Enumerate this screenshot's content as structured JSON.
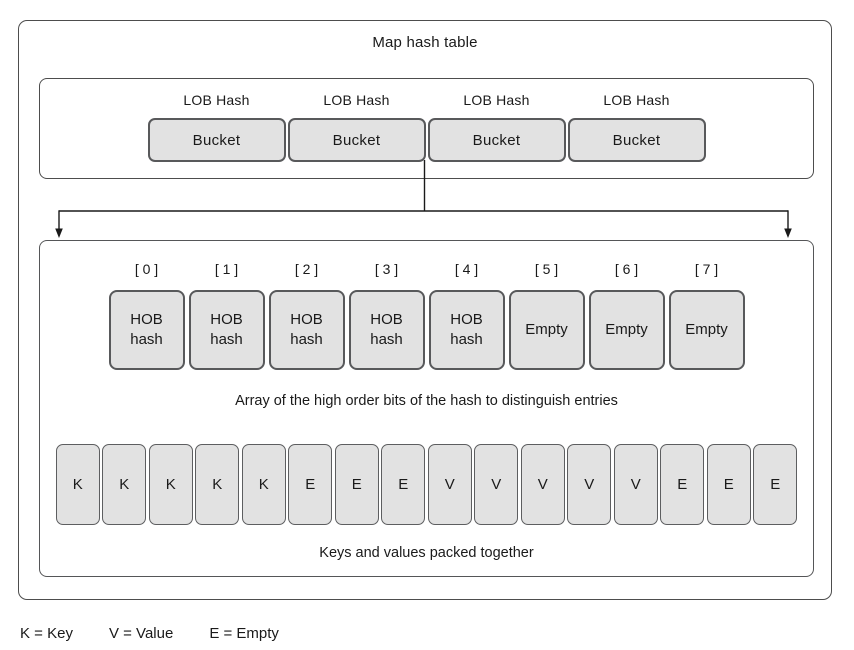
{
  "diagram": {
    "title": "Map hash table",
    "bucket_section": {
      "columns": [
        {
          "lob": "LOB Hash",
          "bucket": "Bucket"
        },
        {
          "lob": "LOB Hash",
          "bucket": "Bucket"
        },
        {
          "lob": "LOB Hash",
          "bucket": "Bucket"
        },
        {
          "lob": "LOB Hash",
          "bucket": "Bucket"
        }
      ]
    },
    "array_section": {
      "index_labels": [
        "[ 0 ]",
        "[ 1 ]",
        "[ 2 ]",
        "[ 3 ]",
        "[ 4 ]",
        "[ 5 ]",
        "[ 6 ]",
        "[ 7 ]"
      ],
      "slots": [
        "HOB\nhash",
        "HOB\nhash",
        "HOB\nhash",
        "HOB\nhash",
        "HOB\nhash",
        "Empty",
        "Empty",
        "Empty"
      ],
      "hob_caption": "Array of the high order bits of the hash to distinguish entries",
      "cells": [
        "K",
        "K",
        "K",
        "K",
        "K",
        "E",
        "E",
        "E",
        "V",
        "V",
        "V",
        "V",
        "V",
        "E",
        "E",
        "E"
      ],
      "cells_caption": "Keys and values packed together"
    },
    "legend": {
      "key": "K = Key",
      "value": "V = Value",
      "empty": "E = Empty"
    },
    "colors": {
      "box_fill": "#e2e2e2",
      "box_border": "#58595b",
      "container_border": "#4d4d4d",
      "line": "#1a1a1a",
      "text": "#1a1a1a"
    }
  }
}
